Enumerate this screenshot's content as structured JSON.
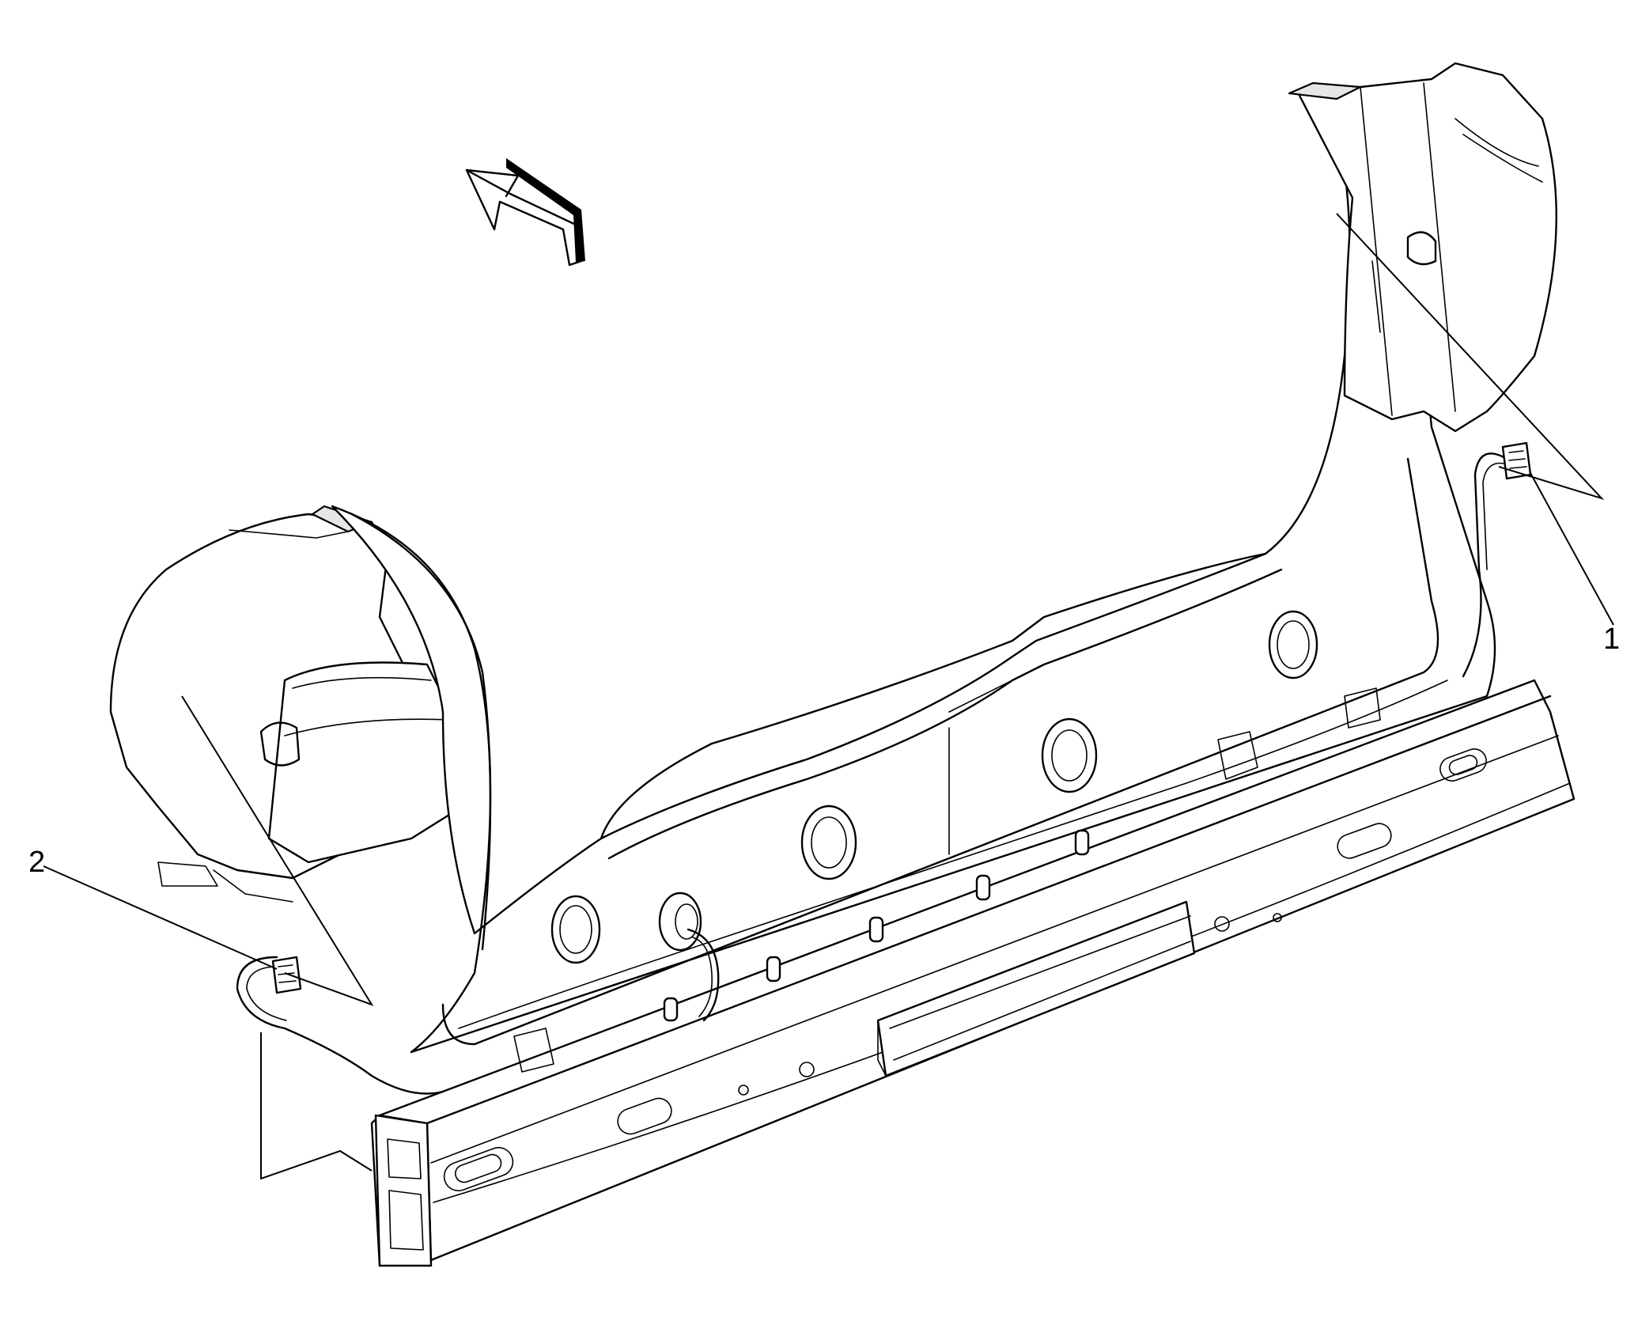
{
  "callouts": [
    {
      "id": "1",
      "label": "1"
    },
    {
      "id": "2",
      "label": "2"
    }
  ],
  "icons": {
    "direction_arrow": "forward-arrow-icon"
  },
  "colors": {
    "line": "#000000",
    "background": "#ffffff",
    "shade": "#e6e6e6"
  }
}
